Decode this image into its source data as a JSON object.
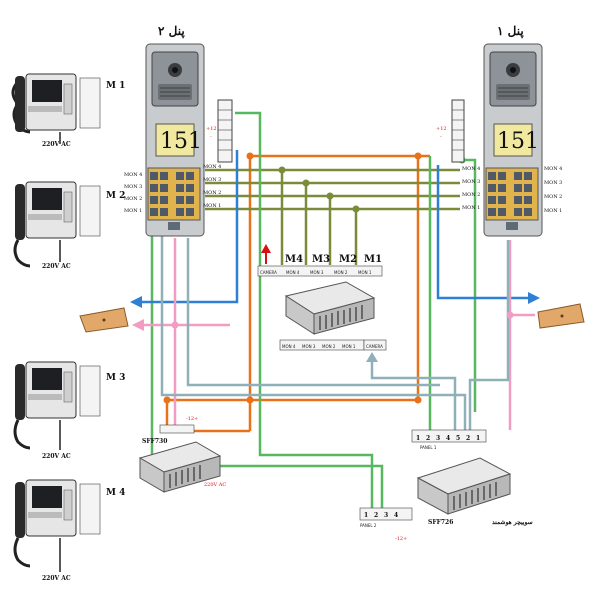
{
  "panels": {
    "panel1": {
      "title": "پنل ۱",
      "display": "151"
    },
    "panel2": {
      "title": "پنل ۲",
      "display": "151"
    }
  },
  "panel_side_labels": [
    "MON 4",
    "MON 3",
    "MON 2",
    "MON 1"
  ],
  "panel_top_labels": [
    "+12",
    "-"
  ],
  "monitors": {
    "m1": {
      "label": "M 1",
      "power": "220V AC"
    },
    "m2": {
      "label": "M 2",
      "power": "220V AC"
    },
    "m3": {
      "label": "M 3",
      "power": "220V AC"
    },
    "m4": {
      "label": "M 4",
      "power": "220V AC"
    }
  },
  "center_module": {
    "headers": [
      "M4",
      "M3",
      "M2",
      "M1"
    ],
    "top_terminals": [
      "CAMERA",
      "MON 4",
      "MON 3",
      "MON 2",
      "MON 1"
    ],
    "bottom_terminals": [
      "MON 4",
      "MON 3",
      "MON 2",
      "MON 1",
      "CAMERA"
    ]
  },
  "sff730": {
    "name": "SFF730",
    "power": "220V AC",
    "terminal_labels": [
      "-12+"
    ]
  },
  "sff726": {
    "name": "SFF726",
    "label": "سوییچر هوشمند",
    "panel1": {
      "label": "PANEL 1",
      "digits": [
        "1",
        "2",
        "3",
        "4",
        "5",
        "2",
        "1"
      ]
    },
    "panel2": {
      "label": "PANEL 2",
      "digits": [
        "1",
        "2",
        "3",
        "4"
      ],
      "power": "-12+"
    }
  },
  "colors": {
    "orange": "#e8711a",
    "olive": "#7a8b3a",
    "green": "#58b860",
    "blue": "#2f7fd6",
    "pink": "#f29cc4",
    "grayblue": "#8fb0b8",
    "red": "#d81010"
  }
}
